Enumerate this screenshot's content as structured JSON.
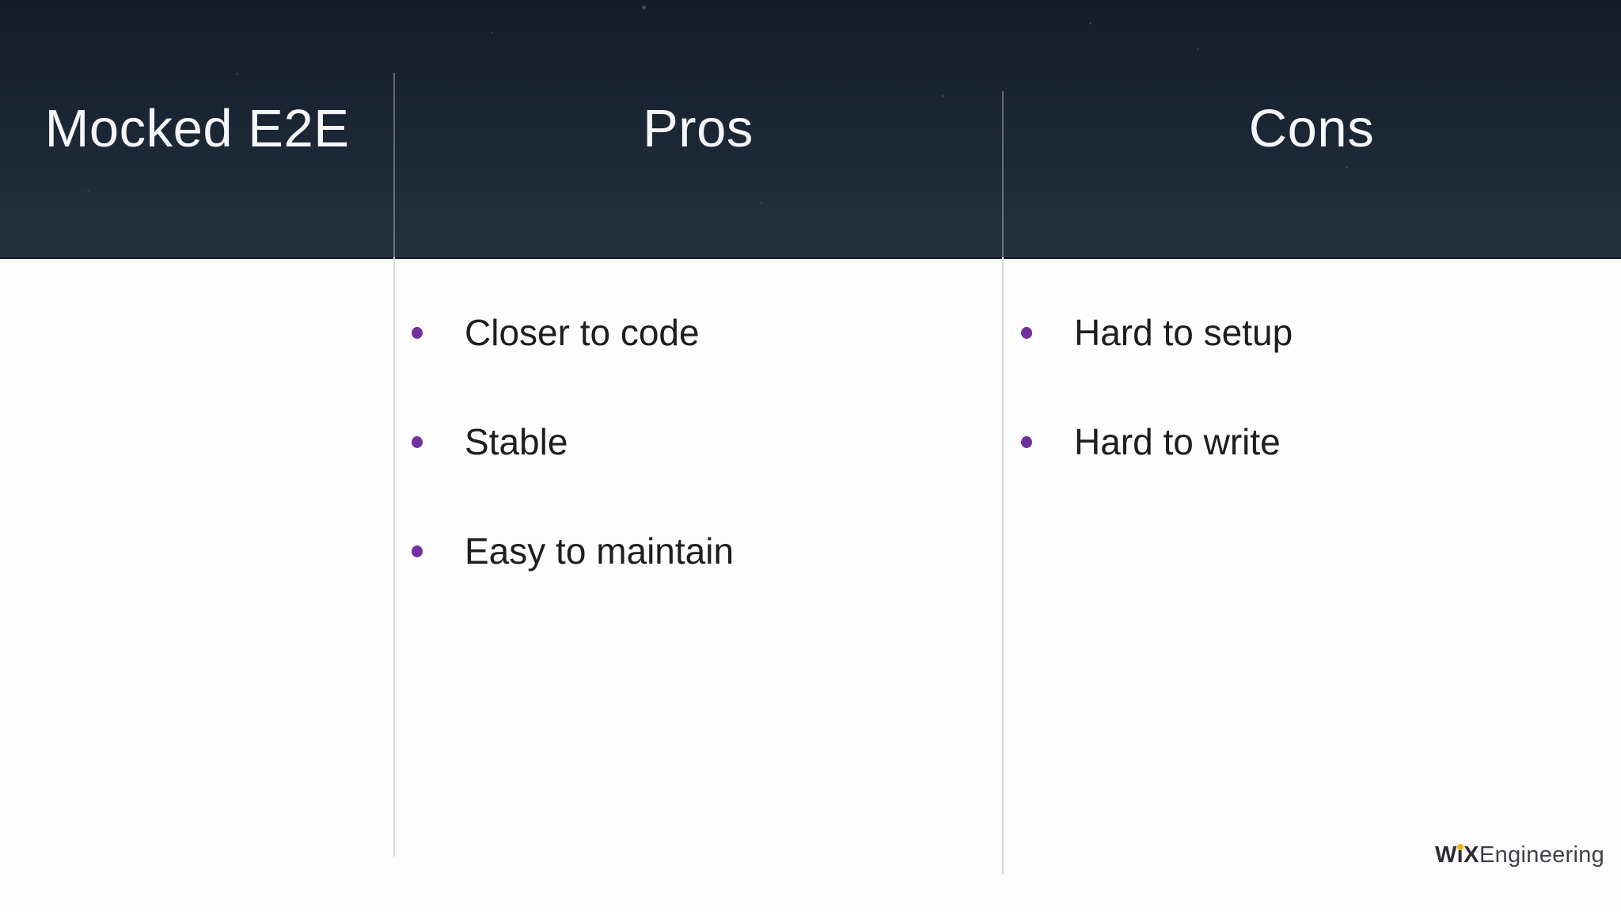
{
  "header": {
    "col1": "Mocked E2E",
    "col2": "Pros",
    "col3": "Cons"
  },
  "pros": {
    "items": [
      "Closer to code",
      "Stable",
      "Easy to maintain"
    ]
  },
  "cons": {
    "items": [
      "Hard to setup",
      "Hard to write"
    ]
  },
  "logo": {
    "bold": "WiX",
    "light": "Engineering"
  },
  "colors": {
    "header_bg_top": "#131c28",
    "header_bg_mid": "#1b2634",
    "header_bg_bottom": "#243140",
    "header_text": "#f4f6f9",
    "body_bg": "#fdfdfe",
    "body_text": "#1e1e20",
    "bullet_dot": "#7030a0",
    "divider_body": "#d9d9d9",
    "logo_dot": "#eeb111"
  }
}
